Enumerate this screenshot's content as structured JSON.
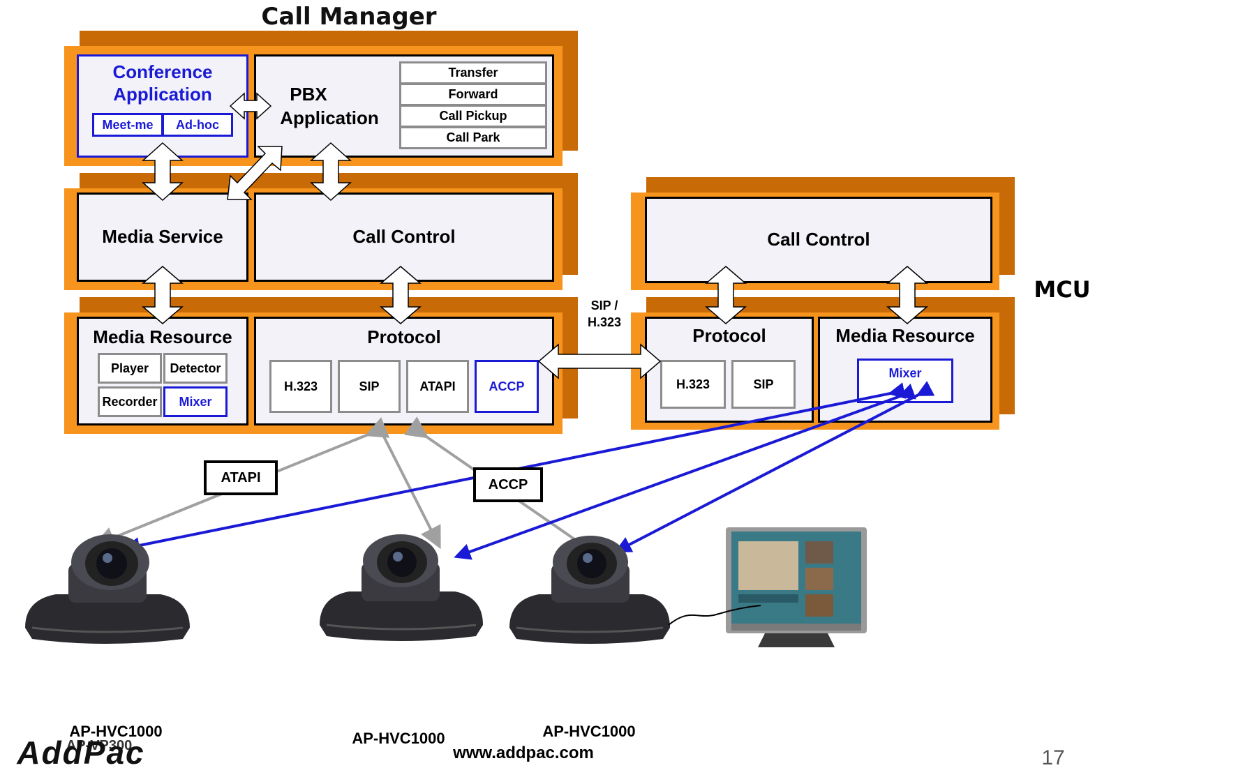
{
  "title": "Call Manager",
  "mcu_label": "MCU",
  "call_manager": {
    "conference": {
      "title_line1": "Conference",
      "title_line2": "Application",
      "meet_me": "Meet-me",
      "ad_hoc": "Ad-hoc"
    },
    "pbx": {
      "line1": "PBX",
      "line2": "Application",
      "features": [
        "Transfer",
        "Forward",
        "Call Pickup",
        "Call Park"
      ]
    },
    "media_service": "Media Service",
    "call_control": "Call Control",
    "media_resource": {
      "title": "Media Resource",
      "items": [
        "Player",
        "Detector",
        "Recorder",
        "Mixer"
      ]
    },
    "protocol": {
      "title": "Protocol",
      "items": [
        "H.323",
        "SIP",
        "ATAPI",
        "ACCP"
      ]
    }
  },
  "link_label": {
    "line1": "SIP /",
    "line2": "H.323"
  },
  "mcu": {
    "call_control": "Call Control",
    "protocol": {
      "title": "Protocol",
      "items": [
        "H.323",
        "SIP"
      ]
    },
    "media_resource": {
      "title": "Media Resource",
      "mixer": "Mixer"
    }
  },
  "labels": {
    "atapi": "ATAPI",
    "accp": "ACCP"
  },
  "devices": [
    "AP-HVC1000",
    "AP-HVC1000",
    "AP-HVC1000"
  ],
  "device_overlap": "AP-VP300",
  "footer": {
    "logo": "AddPac",
    "url": "www.addpac.com",
    "page": "17"
  },
  "colors": {
    "orange": "#f7941d",
    "orange_dark": "#c86a06",
    "blue": "#1a1ad6",
    "gray_arrow": "#a0a0a0"
  }
}
